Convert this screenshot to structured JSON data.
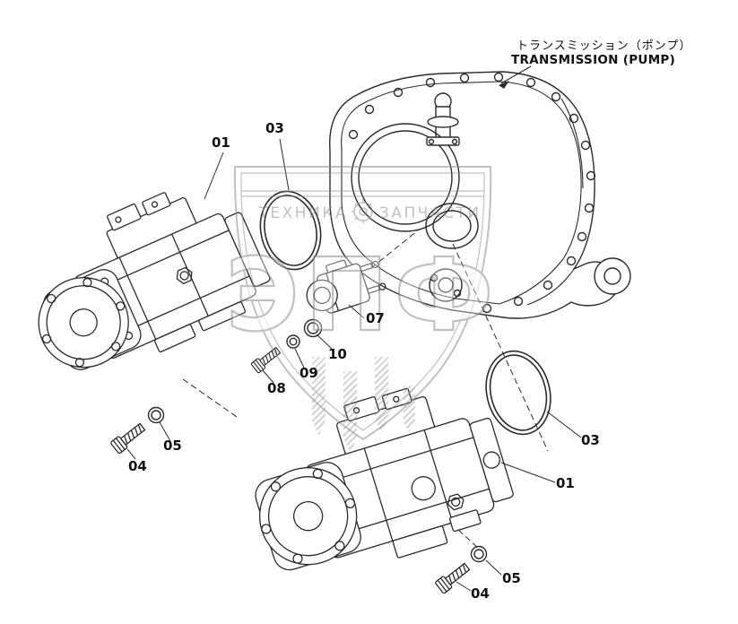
{
  "title": {
    "japanese": "トランスミッション（ポンプ）",
    "english": "TRANSMISSION (PUMP)"
  },
  "labels": {
    "pump_upper": "01",
    "oring_upper": "03",
    "gear_pump": "07",
    "oring_small": "10",
    "washer_small": "09",
    "bolt_small": "08",
    "ring_upper": "05",
    "bolt_upper": "04",
    "oring_lower": "03",
    "pump_lower": "01",
    "ring_lower": "05",
    "bolt_lower": "04"
  },
  "watermark": {
    "name": "ЭПФ",
    "tagline_left": "ТЕХНИКА",
    "tagline_right": "ЗАПЧАСТИ"
  },
  "colors": {
    "line": "#2b2b2b",
    "watermark": "#8f8f8f",
    "background": "#ffffff"
  }
}
